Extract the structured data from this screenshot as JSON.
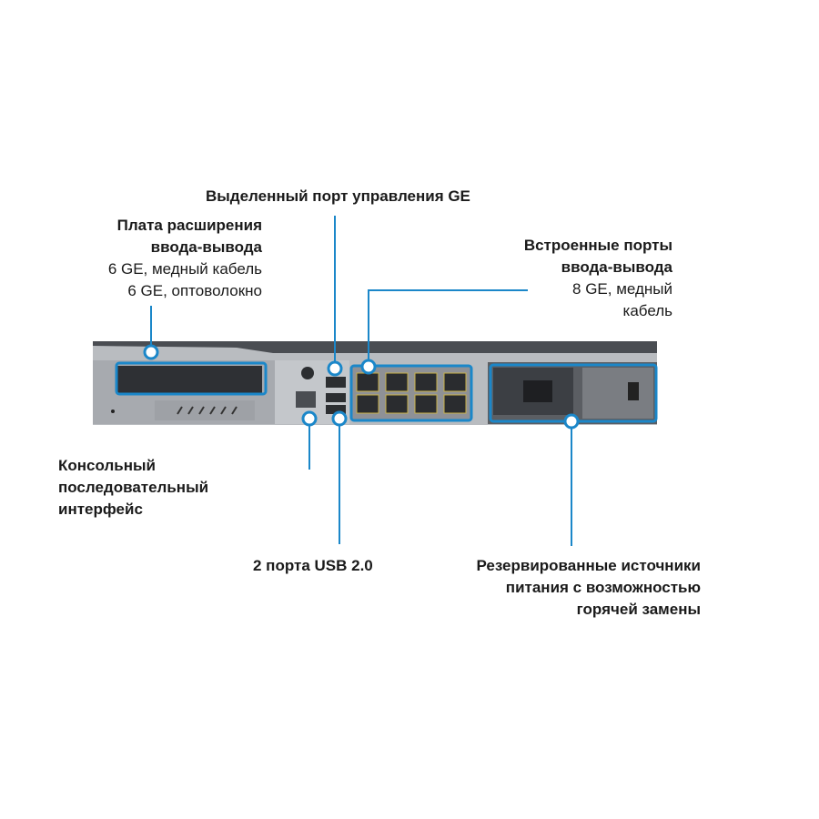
{
  "labels": {
    "mgmt_port": {
      "title": "Выделенный порт управления GE"
    },
    "io_card": {
      "title_line1": "Плата расширения",
      "title_line2": "ввода-вывода",
      "detail_line1": "6 GE, медный кабель",
      "detail_line2": "6 GE, оптоволокно"
    },
    "builtin_ports": {
      "title_line1": "Встроенные порты",
      "title_line2": "ввода-вывода",
      "detail_line1": "8 GE, медный",
      "detail_line2": "кабель"
    },
    "console": {
      "line1": "Консольный",
      "line2": "последовательный",
      "line3": "интерфейс"
    },
    "usb": {
      "title": "2 порта USB 2.0"
    },
    "psu": {
      "line1": "Резервированные источники",
      "line2": "питания с возможностью",
      "line3": "горячей замены"
    }
  },
  "colors": {
    "callout": "#1b87c9",
    "chassis": "#8d9096",
    "chassis_dark": "#3a3d42"
  }
}
